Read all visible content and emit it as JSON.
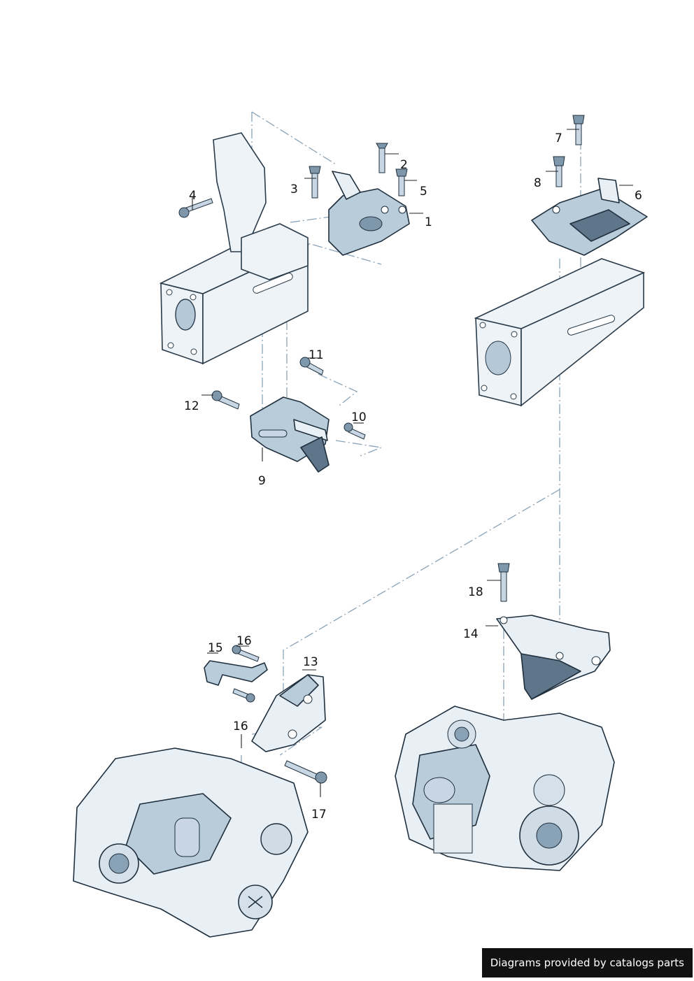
{
  "callouts": [
    {
      "id": "c1",
      "text": "1"
    },
    {
      "id": "c2",
      "text": "2"
    },
    {
      "id": "c3",
      "text": "3"
    },
    {
      "id": "c4",
      "text": "4"
    },
    {
      "id": "c5",
      "text": "5"
    },
    {
      "id": "c6",
      "text": "6"
    },
    {
      "id": "c7",
      "text": "7"
    },
    {
      "id": "c8",
      "text": "8"
    },
    {
      "id": "c9",
      "text": "9"
    },
    {
      "id": "c10",
      "text": "10"
    },
    {
      "id": "c11",
      "text": "11"
    },
    {
      "id": "c12",
      "text": "12"
    },
    {
      "id": "c13",
      "text": "13"
    },
    {
      "id": "c14",
      "text": "14"
    },
    {
      "id": "c15",
      "text": "15"
    },
    {
      "id": "c16a",
      "text": "16"
    },
    {
      "id": "c16b",
      "text": "16"
    },
    {
      "id": "c17",
      "text": "17"
    },
    {
      "id": "c18",
      "text": "18"
    }
  ],
  "footer": {
    "text": "Diagrams provided by catalogs parts"
  }
}
